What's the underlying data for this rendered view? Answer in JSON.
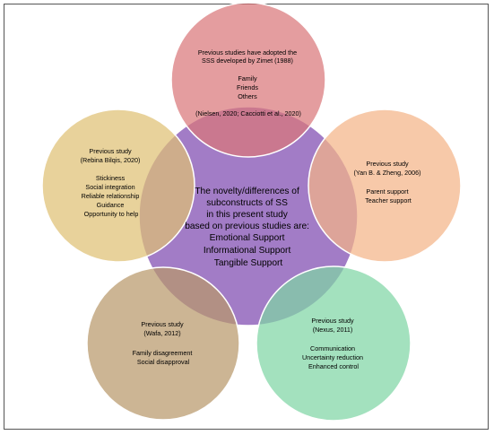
{
  "center": {
    "color": "#a27cc6",
    "lines": [
      "The novelty/differences of",
      "subconstructs of SS",
      "in this present study",
      "based on previous studies are:",
      "Emotional Support",
      "Informational Support",
      "Tangible Support"
    ]
  },
  "top": {
    "color": "#d9777a",
    "lines": [
      "Previous studies have adopted the",
      "SSS developed by Zimet (1988)",
      "",
      "Family",
      "Friends",
      "Others",
      "",
      "(Nielsen, 2020; Cacciotti et al., 2020)"
    ]
  },
  "left": {
    "color": "#dfc174",
    "lines": [
      "Previous study",
      "(Rebina Bilqis, 2020)",
      "",
      "Stickiness",
      "Social integration",
      "Reliable relationship",
      "Guidance",
      "Opportunity to help"
    ]
  },
  "right": {
    "color": "#f4b488",
    "lines": [
      "Previous study",
      "(Yan B. & Zheng, 2006)",
      "",
      "Parent support",
      "Teacher support"
    ]
  },
  "bottom_left": {
    "color": "#b9996b",
    "lines": [
      "Previous study",
      "(Wafa, 2012)",
      "",
      "Family disagreement",
      "Social disapproval"
    ]
  },
  "bottom_right": {
    "color": "#7fd6a5",
    "lines": [
      "Previous study",
      "(Nexus, 2011)",
      "",
      "Communication",
      "Uncertainty reduction",
      "Enhanced control"
    ]
  }
}
